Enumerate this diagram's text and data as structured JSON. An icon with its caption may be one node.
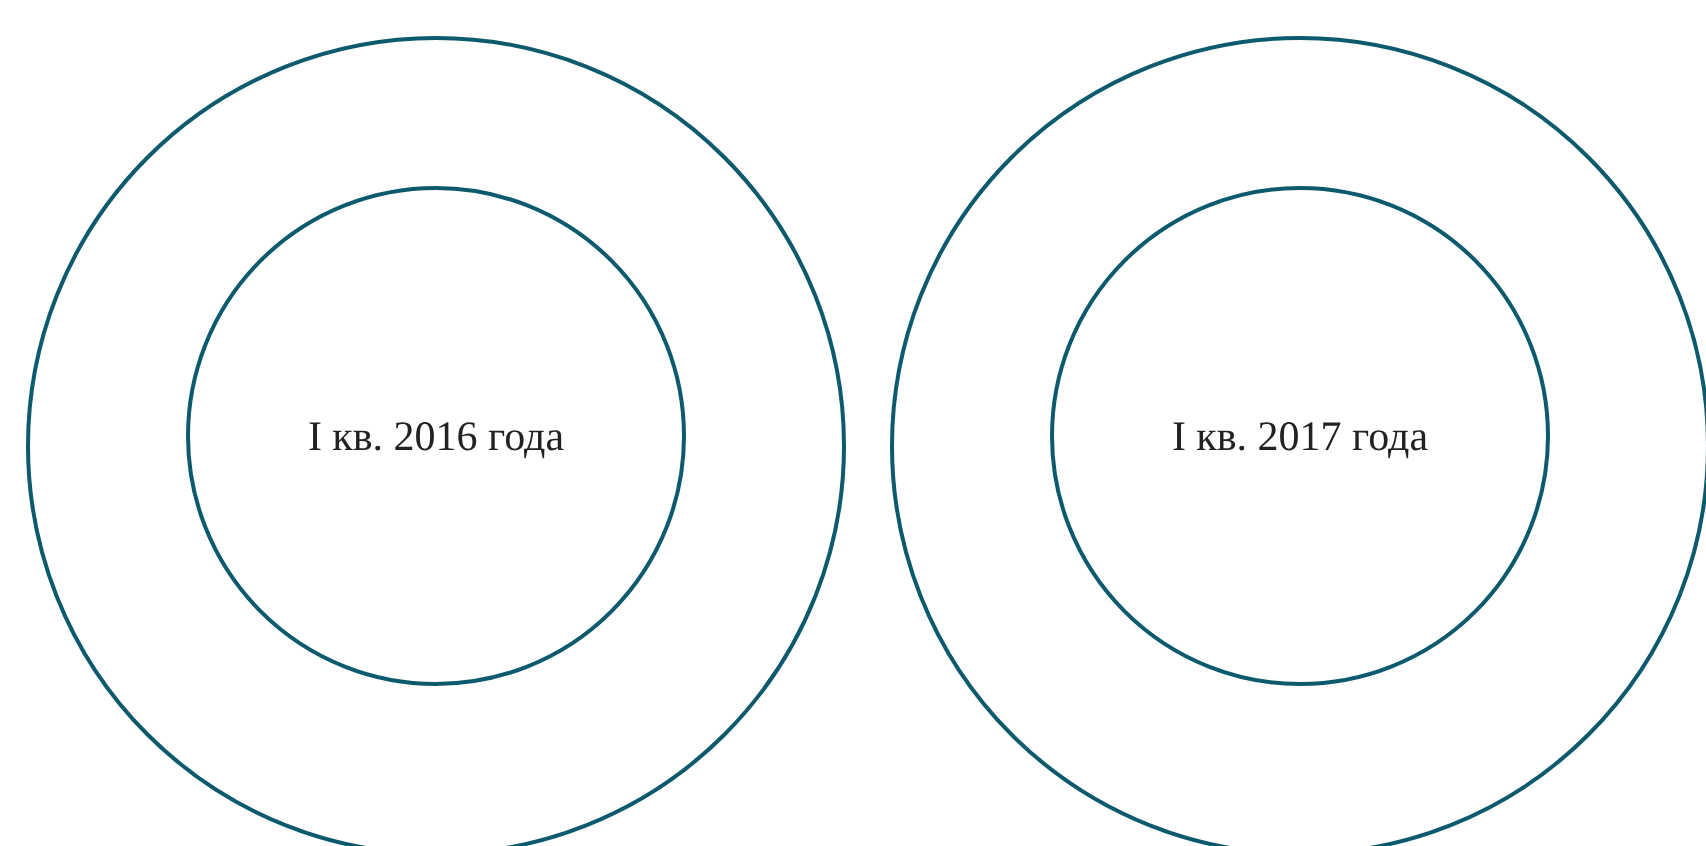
{
  "diagram": {
    "nodes": [
      {
        "text": [],
        "shape": "circle"
      },
      {
        "text": [
          "I кв. 2016 года"
        ],
        "in": 0
      },
      {
        "text": [],
        "shape": "circle"
      },
      {
        "text": [
          "I кв. 2017 года"
        ],
        "in": 2
      }
    ]
  }
}
